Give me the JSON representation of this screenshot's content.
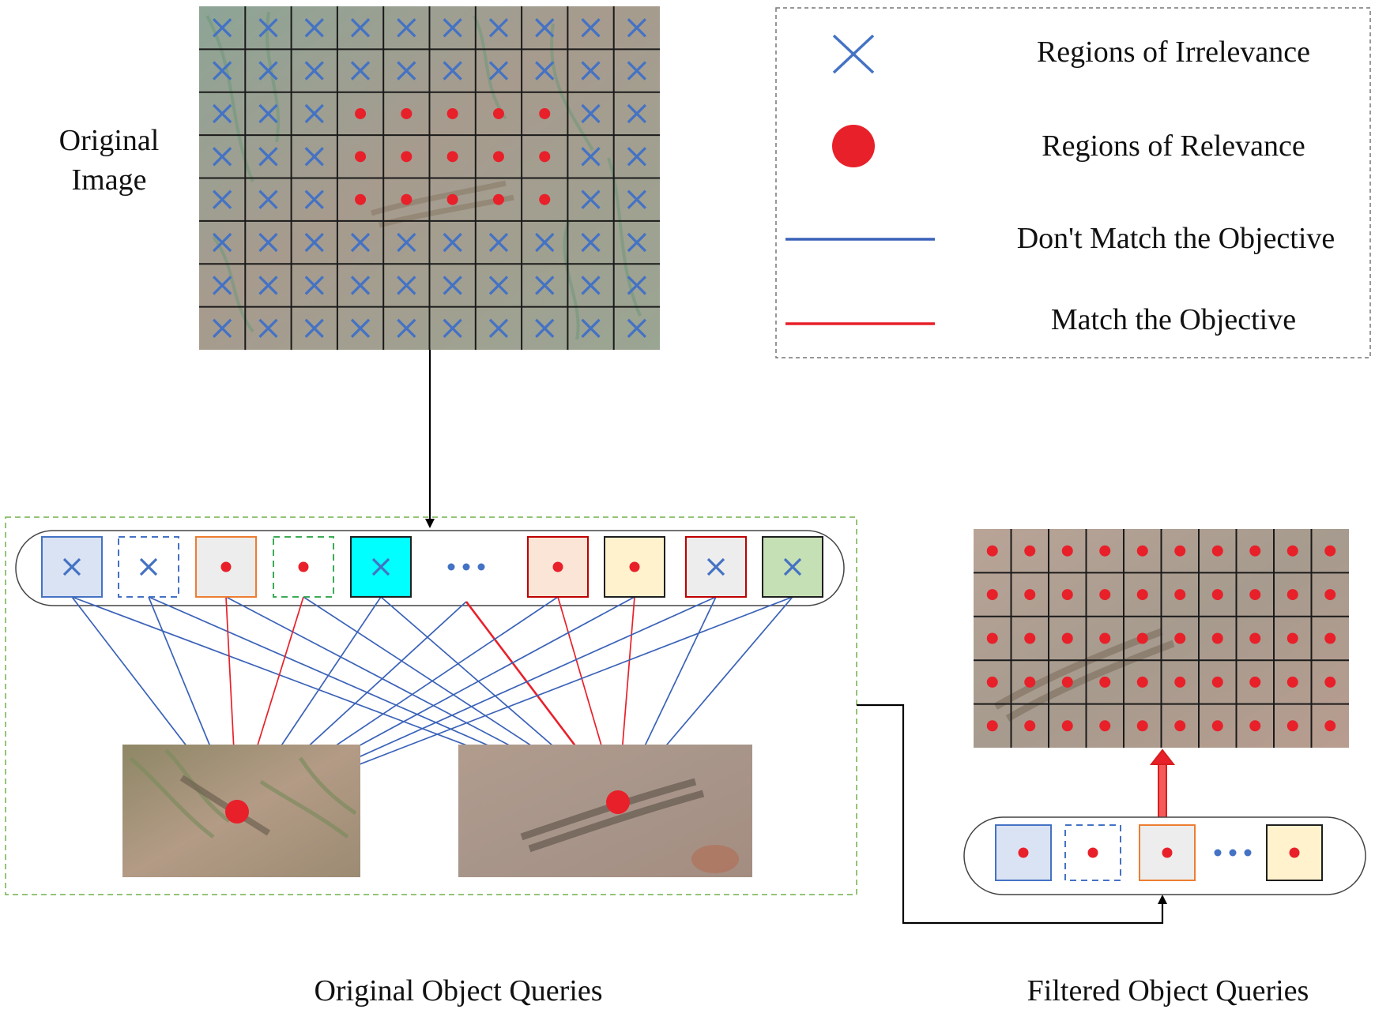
{
  "labels": {
    "original_image": [
      "Original",
      "Image"
    ],
    "original_queries": "Original Object Queries",
    "filtered_queries": "Filtered Object Queries"
  },
  "legend": {
    "irrelevance": "Regions of Irrelevance",
    "relevance": "Regions of Relevance",
    "no_match": "Don't Match the Objective",
    "match": "Match the Objective"
  },
  "colors": {
    "irrelevant_marker": "#4472C4",
    "relevant_marker": "#E8202A",
    "no_match_line": "#3A62B8",
    "match_line": "#E8202A",
    "photo_vegetation": "#8FA28F",
    "photo_soil": "#B79E91",
    "group_border": "#70B04C"
  },
  "original_grid": {
    "cols": 10,
    "rows": 8,
    "relevant_cells": [
      [
        2,
        3
      ],
      [
        2,
        4
      ],
      [
        2,
        5
      ],
      [
        2,
        6
      ],
      [
        2,
        7
      ],
      [
        3,
        3
      ],
      [
        3,
        4
      ],
      [
        3,
        5
      ],
      [
        3,
        6
      ],
      [
        3,
        7
      ],
      [
        4,
        3
      ],
      [
        4,
        4
      ],
      [
        4,
        5
      ],
      [
        4,
        6
      ],
      [
        4,
        7
      ]
    ]
  },
  "filtered_grid": {
    "cols": 10,
    "rows": 5
  },
  "original_queries": [
    {
      "marker": "cross",
      "fill": "#DAE3F3",
      "stroke": "#4472C4",
      "dashed": false
    },
    {
      "marker": "cross",
      "fill": "#FFFFFF",
      "stroke": "#4472C4",
      "dashed": true
    },
    {
      "marker": "dot",
      "fill": "#EDEDED",
      "stroke": "#ED7D31",
      "dashed": false
    },
    {
      "marker": "dot",
      "fill": "#FFFFFF",
      "stroke": "#3DAA55",
      "dashed": true
    },
    {
      "marker": "cross",
      "fill": "#00FFFF",
      "stroke": "#1F1F1F",
      "dashed": false
    },
    {
      "marker": "ellipsis"
    },
    {
      "marker": "dot",
      "fill": "#FBE5D6",
      "stroke": "#C00000",
      "dashed": false
    },
    {
      "marker": "dot",
      "fill": "#FFF2CC",
      "stroke": "#1F1F1F",
      "dashed": false
    },
    {
      "marker": "cross",
      "fill": "#EDEDED",
      "stroke": "#C00000",
      "dashed": false
    },
    {
      "marker": "cross",
      "fill": "#C5E0B4",
      "stroke": "#1F1F1F",
      "dashed": false
    }
  ],
  "filtered_queries": [
    {
      "marker": "dot",
      "fill": "#DAE3F3",
      "stroke": "#4472C4",
      "dashed": false
    },
    {
      "marker": "dot",
      "fill": "#FFFFFF",
      "stroke": "#4472C4",
      "dashed": true
    },
    {
      "marker": "dot",
      "fill": "#EDEDED",
      "stroke": "#ED7D31",
      "dashed": false
    },
    {
      "marker": "ellipsis"
    },
    {
      "marker": "dot",
      "fill": "#FFF2CC",
      "stroke": "#1F1F1F",
      "dashed": false
    }
  ]
}
